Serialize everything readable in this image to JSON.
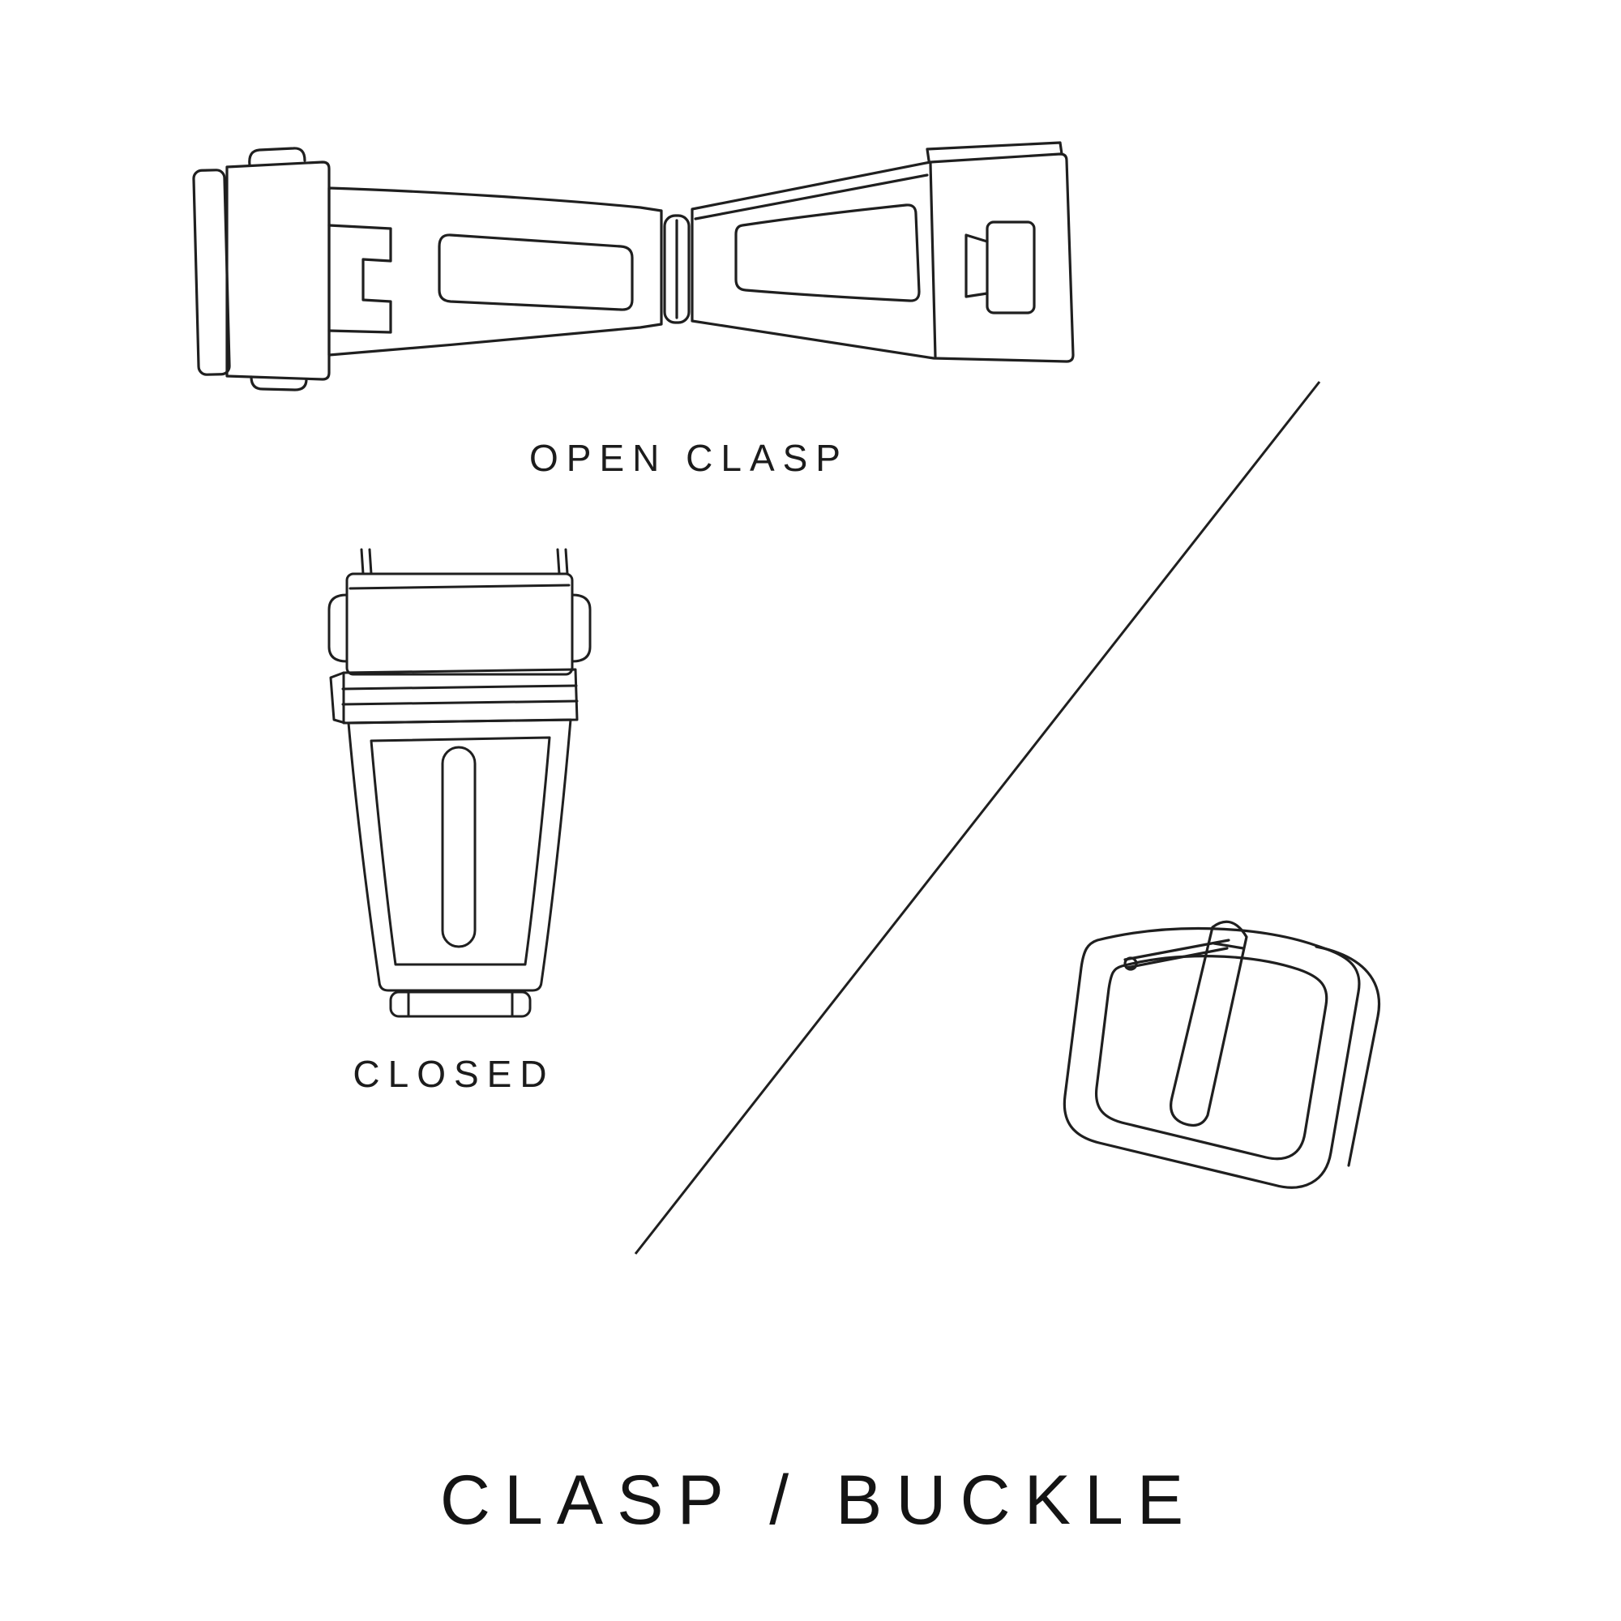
{
  "canvas": {
    "background": "#ffffff",
    "line_color": "#1f1f1f",
    "text_color": "#1c1c1c"
  },
  "figures": {
    "open_clasp": {
      "illustration": "open-clasp-line-drawing",
      "caption": "OPEN CLASP"
    },
    "closed_clasp": {
      "illustration": "closed-clasp-line-drawing",
      "caption": "CLOSED"
    },
    "buckle": {
      "illustration": "tang-buckle-line-drawing",
      "caption": ""
    }
  },
  "divider": {
    "style": "diagonal-line"
  },
  "title": "CLASP / BUCKLE"
}
